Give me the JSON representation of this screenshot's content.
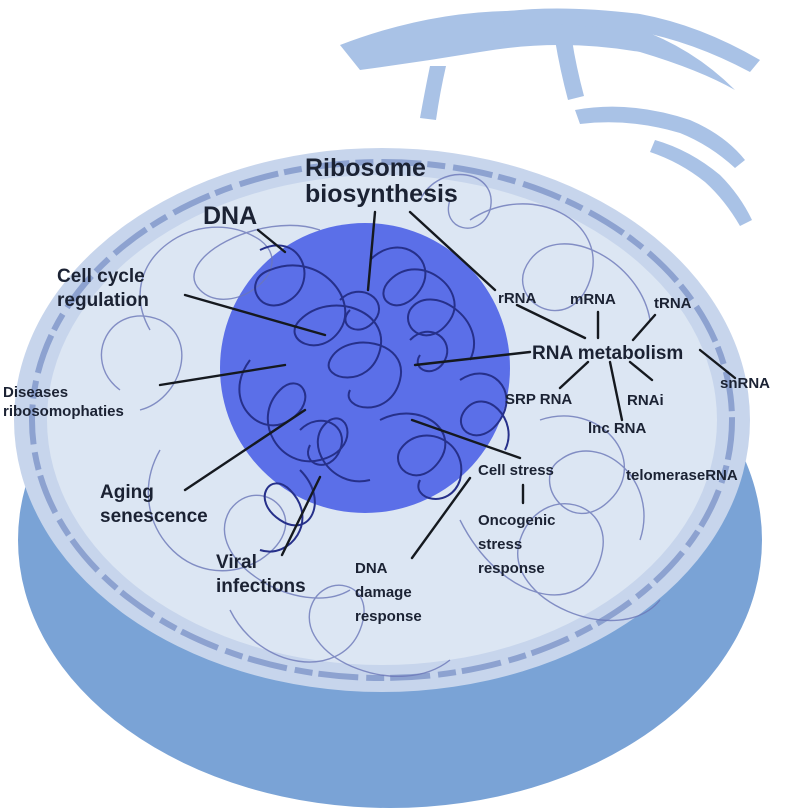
{
  "colors": {
    "envelope": "#7aa3d6",
    "envelope_light": "#a9c2e6",
    "nucleoplasm": "#dce6f3",
    "nucleolus": "#5b6fe8",
    "chromatin": "#26308a",
    "chromatin_light": "#6b77b8",
    "leader": "#15191f",
    "text": "#1b2233"
  },
  "labels": {
    "ribosome_1": "Ribosome",
    "ribosome_2": "biosynthesis",
    "dna": "DNA",
    "cellcycle_1": "Cell cycle",
    "cellcycle_2": "regulation",
    "diseases_1": "Diseases",
    "diseases_2": "ribosomophaties",
    "aging_1": "Aging",
    "aging_2": "senescence",
    "viral_1": "Viral",
    "viral_2": "infections",
    "dnadamage_1": "DNA",
    "dnadamage_2": "damage",
    "dnadamage_3": "response",
    "oncogenic_1": "Oncogenic",
    "oncogenic_2": "stress",
    "oncogenic_3": "response",
    "cellstress": "Cell stress",
    "telomerase": "telomeraseRNA",
    "rna_metabolism": "RNA metabolism",
    "rrna": "rRNA",
    "mrna": "mRNA",
    "trna": "tRNA",
    "snrna": "snRNA",
    "srprna": "SRP RNA",
    "lncrna": "lnc RNA",
    "rnai": "RNAi"
  }
}
